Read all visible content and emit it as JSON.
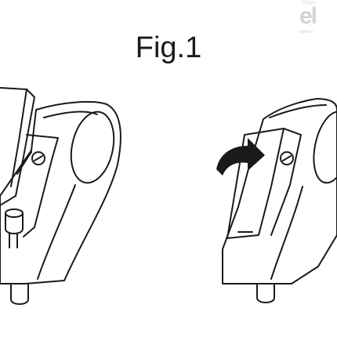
{
  "figure": {
    "title": "Fig.1"
  },
  "watermark": {
    "copyright": "©Copy",
    "brand": "el",
    "url": "www.a"
  },
  "colors": {
    "ink": "#1a1a1a",
    "background": "#ffffff",
    "watermark": "#d4d4d4"
  },
  "icons": [
    "curved-arrow-icon"
  ]
}
